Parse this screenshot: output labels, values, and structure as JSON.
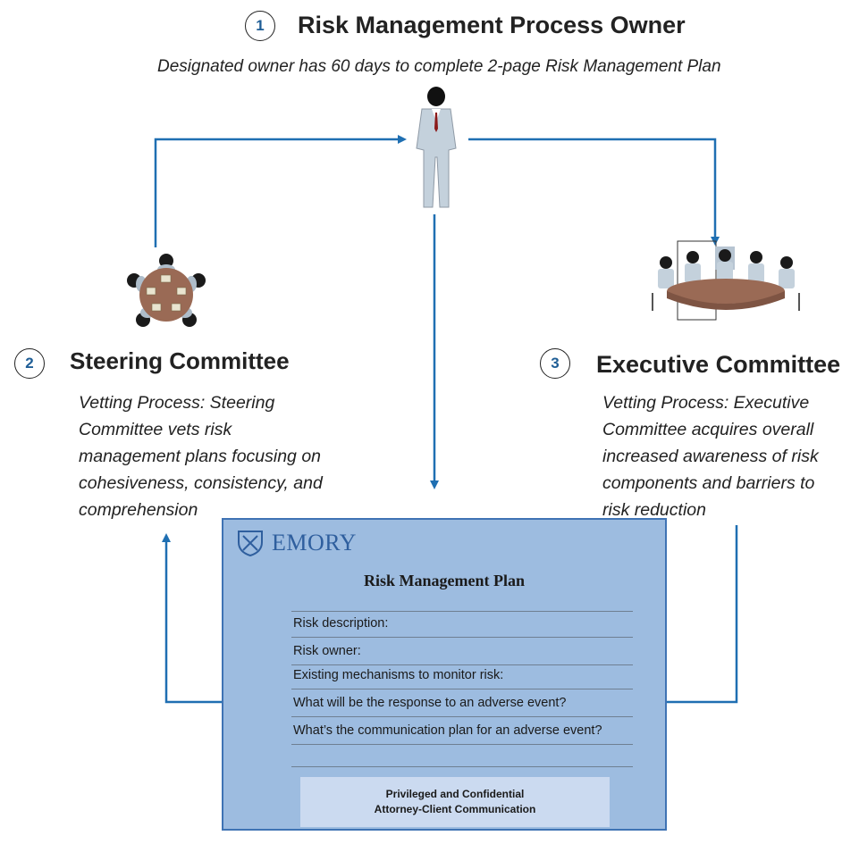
{
  "owner": {
    "number": "1",
    "title": "Risk Management Process Owner",
    "subtitle": "Designated owner has 60 days to complete 2-page Risk Management Plan"
  },
  "steering": {
    "number": "2",
    "title": "Steering Committee",
    "desc_lines": [
      "Vetting Process:  Steering",
      "Committee vets risk",
      "management plans focusing on",
      "cohesiveness, consistency, and",
      "comprehension"
    ]
  },
  "executive": {
    "number": "3",
    "title": "Executive Committee",
    "desc_lines": [
      "Vetting Process:  Executive",
      "Committee acquires overall",
      "increased awareness of risk",
      "components and barriers to",
      "risk reduction"
    ]
  },
  "plan": {
    "brand": "EMORY",
    "title": "Risk Management Plan",
    "fields": [
      "Risk description:",
      "Risk owner:",
      "Existing mechanisms to monitor risk:",
      "What will be the response to an adverse event?",
      "What’s the communication plan for an adverse event?"
    ],
    "confidential_lines": [
      "Privileged and Confidential",
      "Attorney-Client Communication"
    ]
  },
  "colors": {
    "arrow": "#1f6fb2",
    "plan_fill": "#9dbce0",
    "plan_border": "#3f73b4",
    "table": "#9a6a55",
    "suit": "#c4d1dc"
  },
  "icons": {
    "owner": "businessman-icon",
    "steering": "round-table-meeting-icon",
    "executive": "boardroom-meeting-icon",
    "brand": "emory-shield-icon"
  }
}
